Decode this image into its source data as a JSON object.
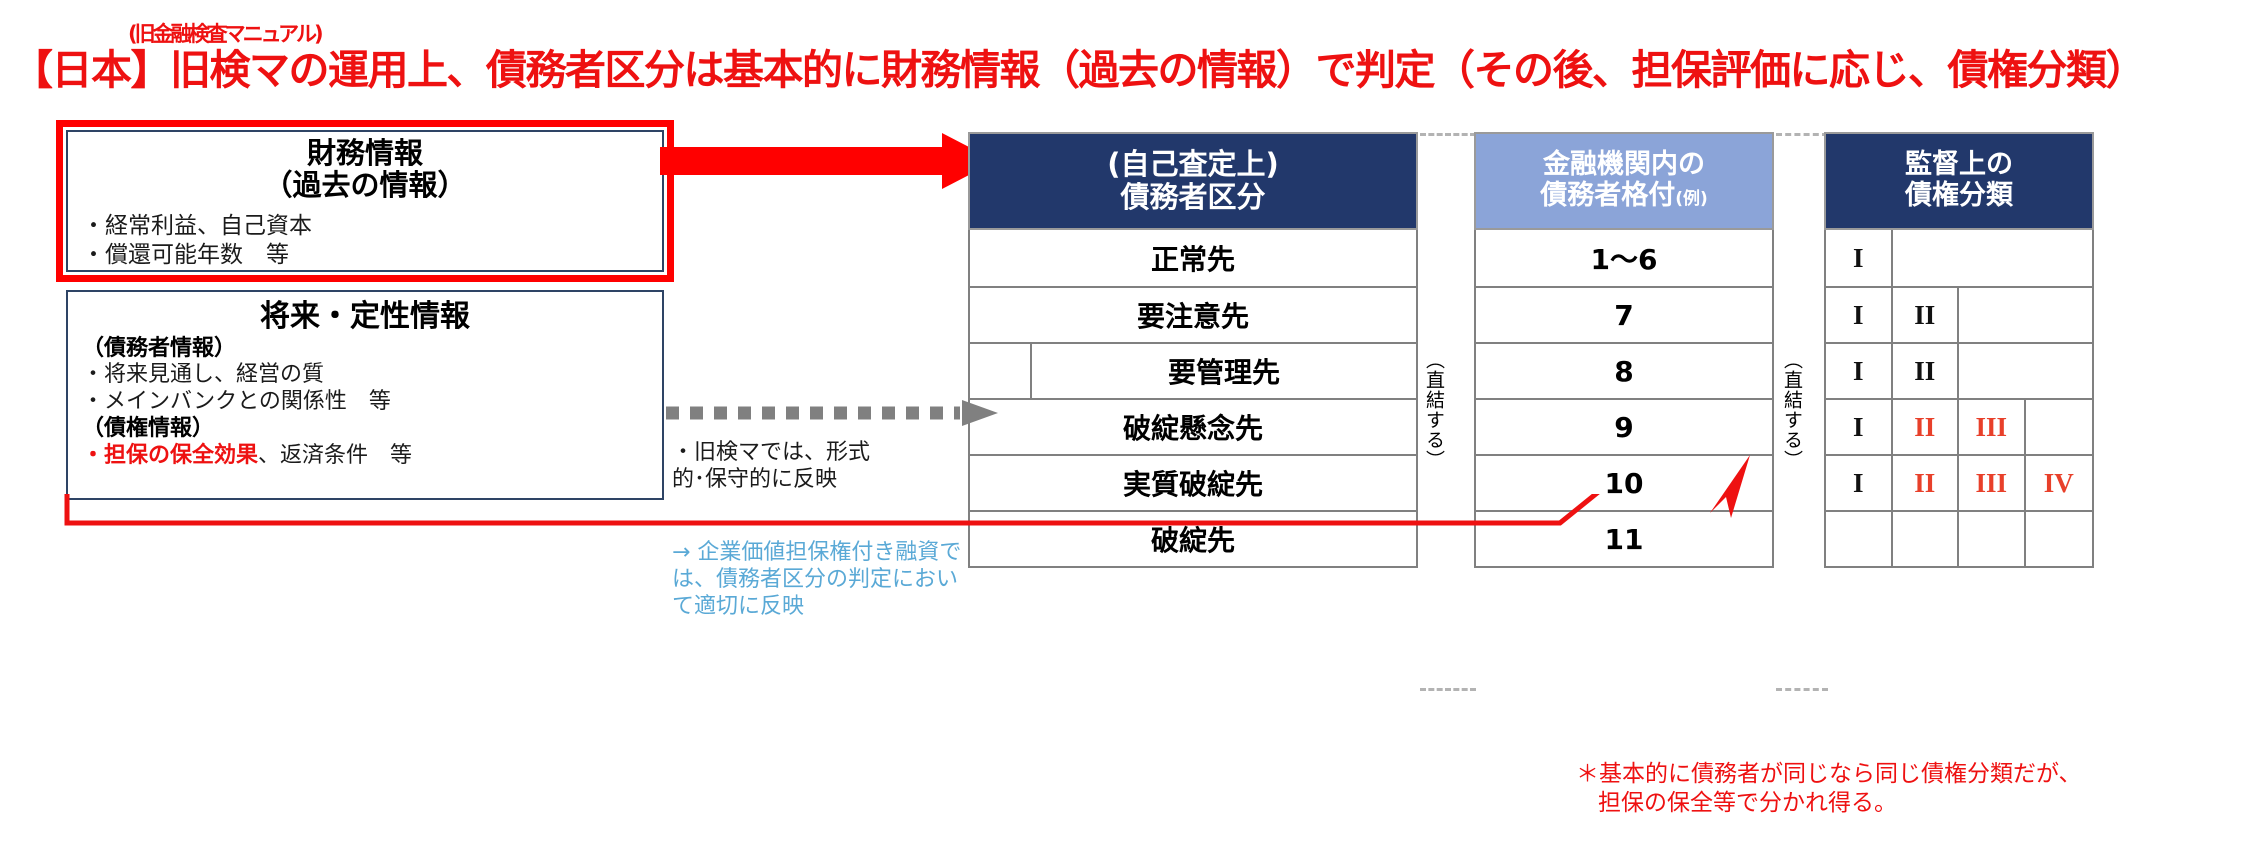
{
  "title": {
    "superscript": "(旧金融検査マニュアル)",
    "main": "【日本】旧検マの運用上、債務者区分は基本的に財務情報（過去の情報）で判定（その後、担保評価に応じ、債権分類）",
    "color": "#ee1111"
  },
  "left_panel": {
    "financial_box": {
      "heading_line1": "財務情報",
      "heading_line2": "（過去の情報）",
      "bullets": [
        "・経常利益、自己資本",
        "・償還可能年数　等"
      ],
      "highlight_color": "#ff0000",
      "border_color": "#2e4465"
    },
    "future_box": {
      "heading": "将来・定性情報",
      "group1_label": "（債務者情報）",
      "group1_bullets": [
        "・将来見通し、経営の質",
        "・メインバンクとの関係性　等"
      ],
      "group2_label": "（債権情報）",
      "group2_bullet_strong": "・担保の保全効果",
      "group2_bullet_rest": "、返済条件　等",
      "border_color": "#2e4465"
    }
  },
  "middle_notes": {
    "note_black": "・旧検マでは、形式\n的･保守的に反映",
    "note_blue": "→ 企業価値担保権付き融資では、債務者区分の判定において適切に反映",
    "blue_color": "#5aa9d6"
  },
  "arrows": {
    "red_arrow_name": "solid-red-arrow",
    "grey_arrow_name": "dashed-grey-arrow",
    "red_color": "#ff0000",
    "grey_color": "#808080"
  },
  "table": {
    "columns": [
      {
        "id": "debtor",
        "header_line1": "(自己査定上)",
        "header_line2": "債務者区分",
        "header_bg": "#22386b"
      },
      {
        "id": "rating",
        "header_line1": "金融機関内の",
        "header_line2": "債務者格付",
        "header_suffix": "(例)",
        "header_bg": "#8ba4d8"
      },
      {
        "id": "classification",
        "header_line1": "監督上の",
        "header_line2": "債権分類",
        "header_bg": "#22386b"
      }
    ],
    "connector_label": "（直結する）",
    "rows": [
      {
        "debtor": "正常先",
        "indented": false,
        "rating": "1〜6",
        "classification": [
          "I"
        ]
      },
      {
        "debtor": "要注意先",
        "indented": false,
        "rating": "7",
        "classification": [
          "I",
          "II"
        ]
      },
      {
        "debtor": "要管理先",
        "indented": true,
        "rating": "8",
        "classification": [
          "I",
          "II"
        ]
      },
      {
        "debtor": "破綻懸念先",
        "indented": false,
        "rating": "9",
        "classification": [
          "I",
          "II",
          "III"
        ]
      },
      {
        "debtor": "実質破綻先",
        "indented": false,
        "rating": "10",
        "classification": [
          "I",
          "II",
          "III",
          "IV"
        ]
      },
      {
        "debtor": "破綻先",
        "indented": false,
        "rating": "11",
        "classification": []
      }
    ],
    "classification_red_from_index": 2,
    "roman_black_color": "#111111",
    "roman_red_color": "#e8402a"
  },
  "footnote": {
    "line1": "＊基本的に債務者が同じなら同じ債権分類だが、",
    "line2": "担保の保全等で分かれ得る。",
    "color": "#ee1111"
  }
}
